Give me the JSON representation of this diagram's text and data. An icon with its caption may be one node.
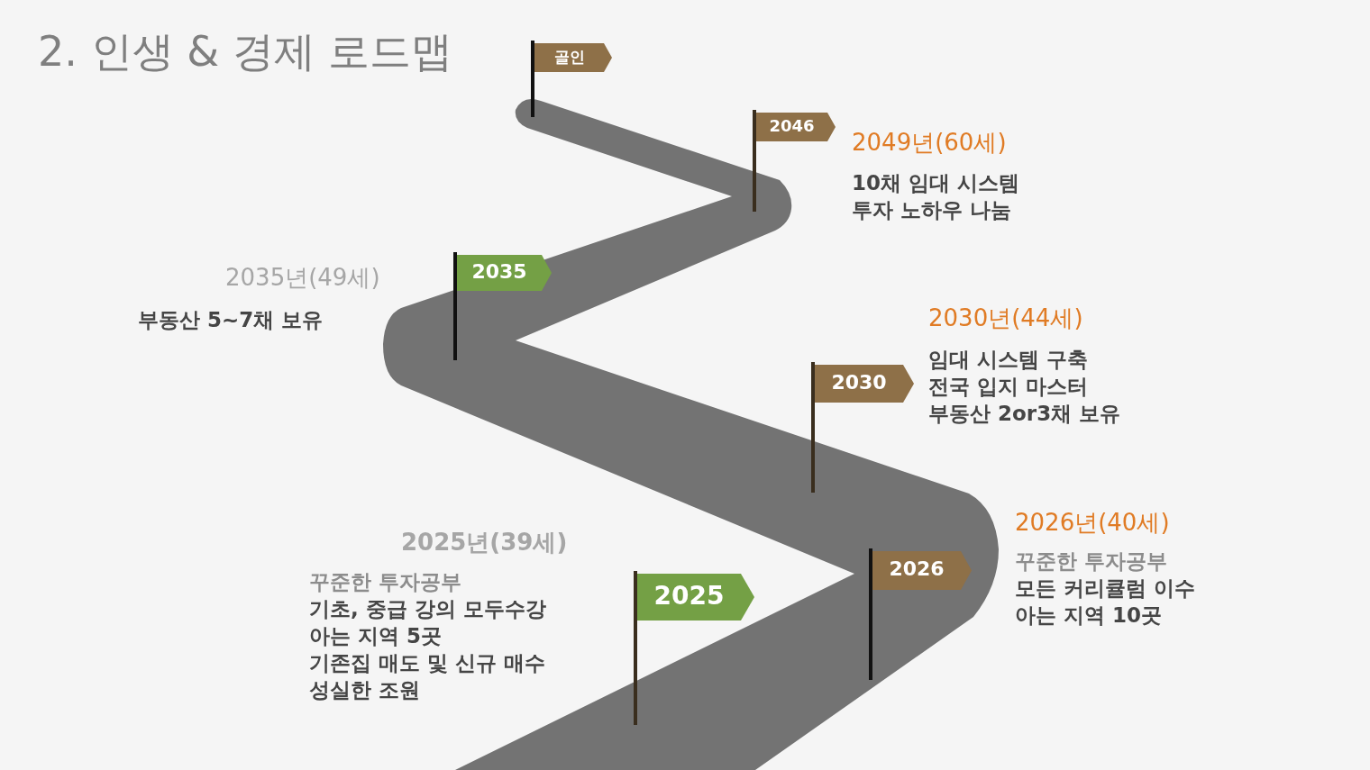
{
  "diagram": {
    "title": "2. 인생 & 경제 로드맵",
    "nodes": [
      {
        "text": [
          "골인"
        ]
      },
      {
        "text": [
          "2046"
        ]
      },
      {
        "text": [
          "2035"
        ]
      },
      {
        "text": [
          "2030"
        ]
      },
      {
        "text": [
          "2026"
        ]
      },
      {
        "text": [
          "2025"
        ]
      }
    ],
    "labels": [
      "2049년(60세)",
      "10채 임대 시스템",
      "투자 노하우 나눔",
      "2035년(49세)",
      "부동산 5~7채 보유",
      "2030년(44세)",
      "임대 시스템 구축",
      "전국 입지 마스터",
      "부동산 2or3채 보유",
      "2026년(40세)",
      "꾸준한 투자공부",
      "모든 커리큘럼 이수",
      "아는 지역 10곳",
      "2025년(39세)",
      "꾸준한 투자공부",
      "기초, 중급 강의 모두수강",
      "아는 지역 5곳",
      "기존집 매도 및 신규 매수",
      "성실한 조원"
    ]
  }
}
